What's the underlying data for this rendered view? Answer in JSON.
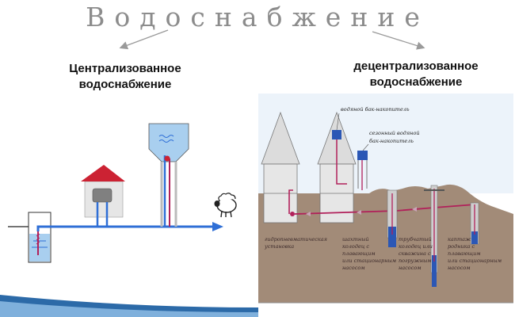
{
  "slide": {
    "title": "Водоснабжение"
  },
  "branches": {
    "central": {
      "line1": "Централизованное",
      "line2": "водоснабжение"
    },
    "decentral": {
      "line1": "децентрализованное",
      "line2": "водоснабжение"
    }
  },
  "decentral_callouts": {
    "water_tank": "водяной бак-накопитель",
    "seasonal_tank": {
      "line1": "сезонный водяной",
      "line2": "бак-накопитель"
    },
    "hydro_station": {
      "line1": "гидропневматическая",
      "line2": "установка"
    },
    "shaft_well": {
      "line1": "шахтный",
      "line2": "колодец с",
      "line3": "плавающим",
      "line4": "или стационарным",
      "line5": "насосом"
    },
    "tube_well": {
      "line1": "трубчатый",
      "line2": "колодец или",
      "line3": "скважина с",
      "line4": "погружным",
      "line5": "насосом"
    },
    "caisson": {
      "line1": "каптаж",
      "line2": "родника с",
      "line3": "плавающим",
      "line4": "или стационарным",
      "line5": "насосом"
    }
  },
  "colors": {
    "pipe_blue": "#2f6fd6",
    "pipe_red": "#b1205a",
    "roof_red": "#cc2233",
    "tower_blue": "#a9cfef",
    "soil": "#a28b78",
    "sky_panel": "#ecf3fa",
    "house_gray": "#e6e6e6",
    "well_blue": "#2b57b5",
    "title_gray": "#8c8c8c"
  },
  "icons": {
    "animal": "sheep-icon",
    "arrow": "flow-arrow-icon",
    "waves": "water-waves-icon"
  }
}
